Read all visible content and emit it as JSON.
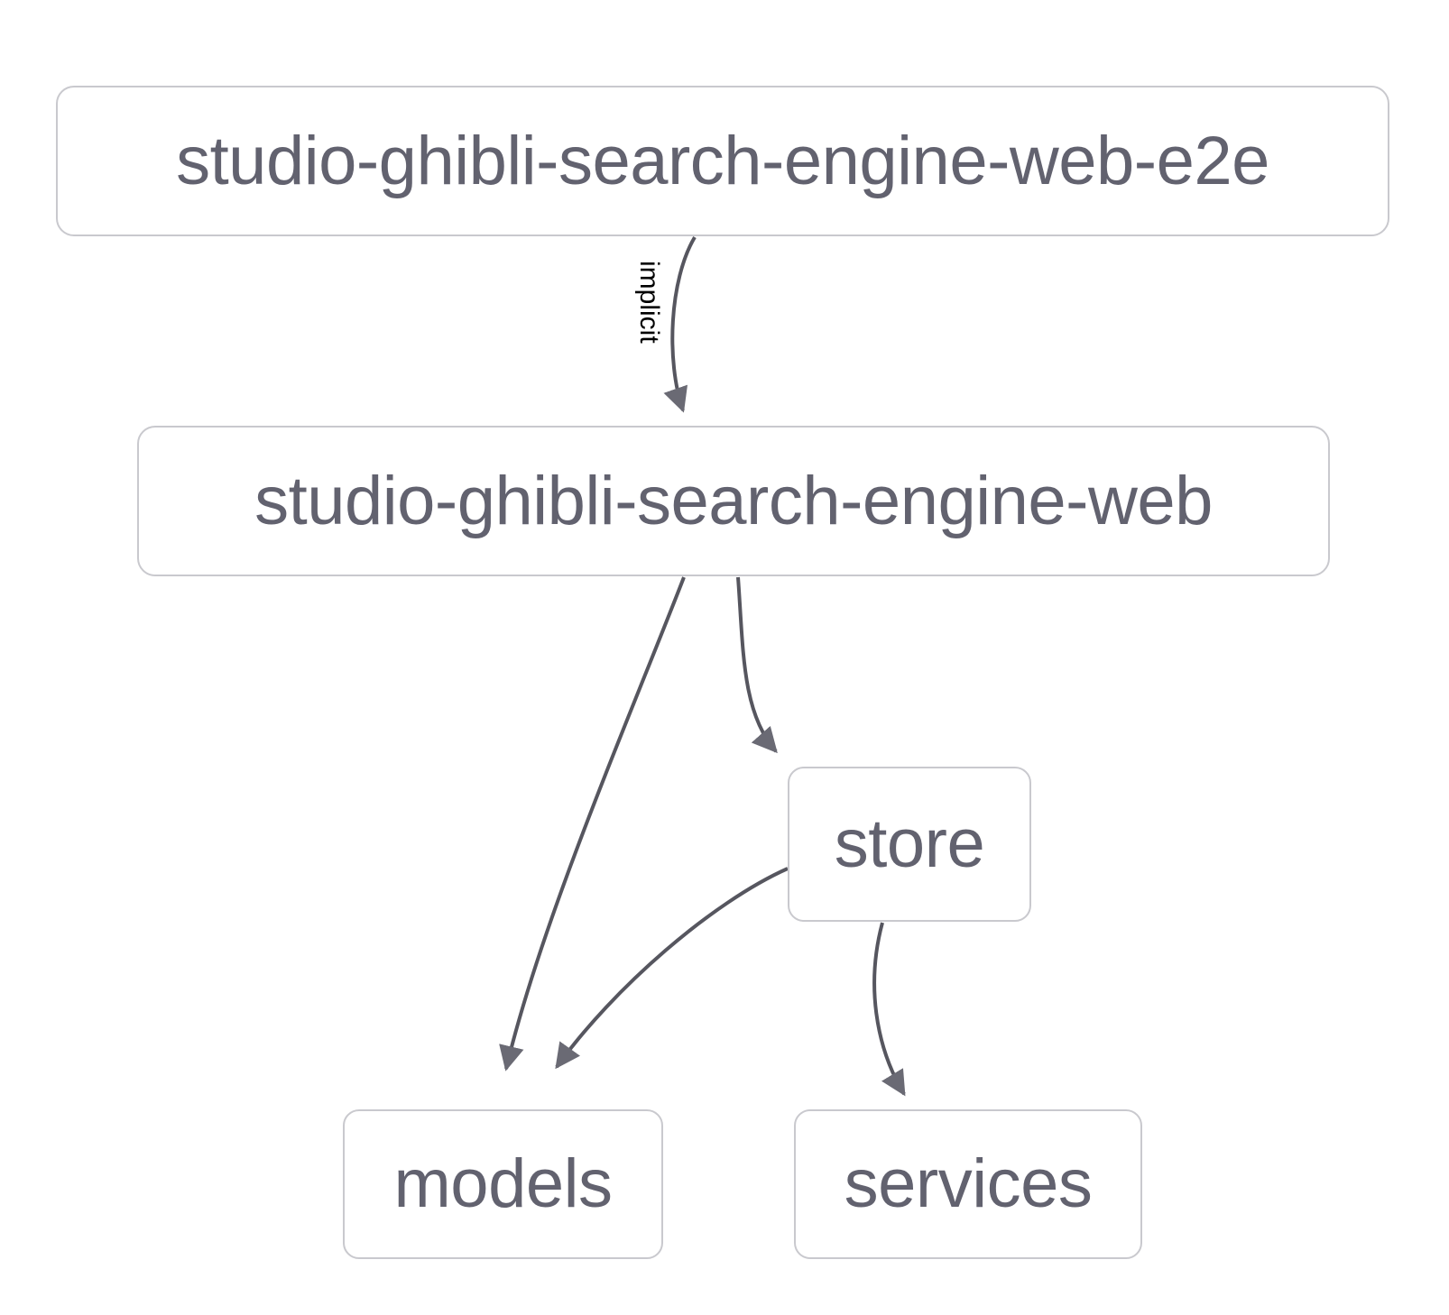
{
  "diagram": {
    "type": "dependency-graph",
    "background_color": "#ffffff",
    "node_border_color": "#c9c9ce",
    "node_fill_color": "#ffffff",
    "node_text_color": "#62626f",
    "edge_color": "#56565f",
    "edge_label_color": "#000000",
    "nodes": [
      {
        "id": "web-e2e",
        "label": "studio-ghibli-search-engine-web-e2e"
      },
      {
        "id": "web",
        "label": "studio-ghibli-search-engine-web"
      },
      {
        "id": "store",
        "label": "store"
      },
      {
        "id": "models",
        "label": "models"
      },
      {
        "id": "services",
        "label": "services"
      }
    ],
    "edges": [
      {
        "from": "web-e2e",
        "to": "web",
        "label": "implicit"
      },
      {
        "from": "web",
        "to": "models",
        "label": ""
      },
      {
        "from": "web",
        "to": "store",
        "label": ""
      },
      {
        "from": "store",
        "to": "models",
        "label": ""
      },
      {
        "from": "store",
        "to": "services",
        "label": ""
      }
    ]
  }
}
